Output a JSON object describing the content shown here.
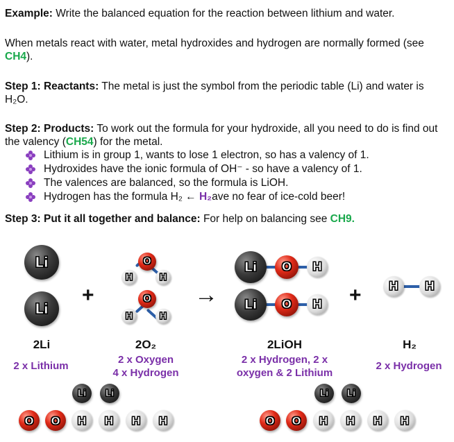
{
  "example": {
    "label": "Example:",
    "text": " Write the balanced equation for the reaction between lithium and water."
  },
  "intro": {
    "text": "When metals react with water, metal hydroxides and hydrogen are normally formed (see ",
    "ref": "CH4",
    "tail": ")."
  },
  "step1": {
    "label": "Step 1: Reactants:",
    "text": " The metal is just the symbol from the periodic table (Li) and water is H₂O."
  },
  "step2": {
    "label": "Step 2: Products:",
    "text": " To work out the formula for your hydroxide, all you need to do is find out the valency (",
    "ref": "CH54",
    "tail": ") for the metal.",
    "bullets": [
      "Lithium is in group 1, wants to lose 1 electron, so has a valency of 1.",
      "Hydroxides have the ionic formula of OH⁻ - so have a valency of 1.",
      "The valences are balanced, so the formula is LiOH."
    ],
    "bullet4": {
      "text": "Hydrogen has the formula H₂ ← ",
      "highlight": "H₂",
      "tail": "ave no fear of ice-cold beer!"
    }
  },
  "step3": {
    "label": "Step 3: Put it all together and balance:",
    "text": " For help on balancing see ",
    "ref": "CH9."
  },
  "atoms": {
    "li": "Li",
    "o": "O",
    "h": "H"
  },
  "operators": {
    "plus": "+",
    "arrow": "→"
  },
  "formulas": {
    "li": "2Li",
    "o2": "2O₂",
    "lioh": "2LiOH",
    "h2": "H₂"
  },
  "descriptions": {
    "li": "2 x Lithium",
    "o2_line1": "2 x Oxygen",
    "o2_line2": "4 x Hydrogen",
    "lioh_line1": "2 x Hydrogen, 2 x",
    "lioh_line2": "oxygen & 2 Lithium",
    "h2": "2 x Hydrogen"
  },
  "colors": {
    "reference": "#19a84b",
    "description": "#7a2fa8",
    "bond": "#2d5fa8",
    "bullet": "#8a3fbf"
  }
}
